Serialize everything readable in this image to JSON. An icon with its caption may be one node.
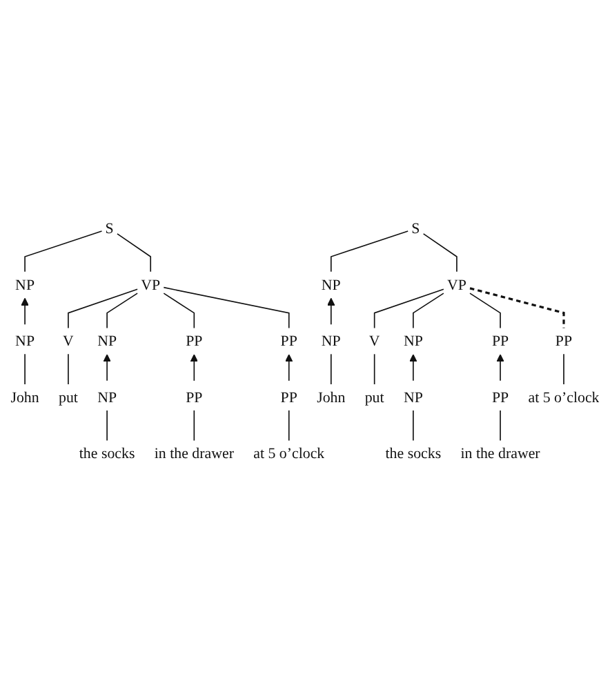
{
  "diagram": {
    "nodes": [
      {
        "text": [
          "S"
        ]
      },
      {
        "text": [
          "NP"
        ]
      },
      {
        "text": [
          "VP"
        ]
      },
      {
        "text": [
          "NP"
        ]
      },
      {
        "text": [
          "John"
        ]
      },
      {
        "text": [
          "V"
        ]
      },
      {
        "text": [
          "NP"
        ]
      },
      {
        "text": [
          "PP"
        ]
      },
      {
        "text": [
          "PP"
        ]
      },
      {
        "text": [
          "put"
        ]
      },
      {
        "text": [
          "NP"
        ]
      },
      {
        "text": [
          "PP"
        ]
      },
      {
        "text": [
          "PP"
        ]
      },
      {
        "text": [
          "the socks"
        ]
      },
      {
        "text": [
          "in the drawer"
        ]
      },
      {
        "text": [
          "at 5 o’clock"
        ]
      },
      {
        "text": [
          "S"
        ]
      },
      {
        "text": [
          "NP"
        ]
      },
      {
        "text": [
          "VP"
        ]
      },
      {
        "text": [
          "NP"
        ]
      },
      {
        "text": [
          "John"
        ]
      },
      {
        "text": [
          "V"
        ]
      },
      {
        "text": [
          "NP"
        ]
      },
      {
        "text": [
          "PP"
        ]
      },
      {
        "text": [
          "put"
        ]
      },
      {
        "text": [
          "NP"
        ]
      },
      {
        "text": [
          "PP"
        ]
      },
      {
        "text": [
          "PP"
        ]
      },
      {
        "text": [
          "the socks"
        ]
      },
      {
        "text": [
          "in the drawer"
        ]
      },
      {
        "text": [
          "at 5 o’clock"
        ]
      }
    ],
    "edges": [
      {
        "from": 0,
        "to": 1,
        "arrow": "none"
      },
      {
        "from": 0,
        "to": 2,
        "arrow": "none"
      },
      {
        "from": 3,
        "to": 1,
        "arrow": "to"
      },
      {
        "from": 3,
        "to": 4,
        "arrow": "none"
      },
      {
        "from": 2,
        "to": 5,
        "arrow": "none"
      },
      {
        "from": 2,
        "to": 6,
        "arrow": "none"
      },
      {
        "from": 2,
        "to": 7,
        "arrow": "none"
      },
      {
        "from": 2,
        "to": 8,
        "arrow": "none"
      },
      {
        "from": 5,
        "to": 9,
        "arrow": "none"
      },
      {
        "from": 10,
        "to": 6,
        "arrow": "to"
      },
      {
        "from": 11,
        "to": 7,
        "arrow": "to"
      },
      {
        "from": 12,
        "to": 8,
        "arrow": "to"
      },
      {
        "from": 10,
        "to": 13,
        "arrow": "none"
      },
      {
        "from": 11,
        "to": 14,
        "arrow": "none"
      },
      {
        "from": 12,
        "to": 15,
        "arrow": "none"
      },
      {
        "from": 16,
        "to": 17,
        "arrow": "none"
      },
      {
        "from": 16,
        "to": 18,
        "arrow": "none"
      },
      {
        "from": 19,
        "to": 17,
        "arrow": "to"
      },
      {
        "from": 19,
        "to": 20,
        "arrow": "none"
      },
      {
        "from": 18,
        "to": 21,
        "arrow": "none"
      },
      {
        "from": 18,
        "to": 22,
        "arrow": "none"
      },
      {
        "from": 18,
        "to": 23,
        "arrow": "none"
      },
      {
        "from": 21,
        "to": 24,
        "arrow": "none"
      },
      {
        "from": 25,
        "to": 22,
        "arrow": "to"
      },
      {
        "from": 26,
        "to": 23,
        "arrow": "to"
      },
      {
        "from": 18,
        "to": 27,
        "arrow": "none",
        "style": "dashed"
      },
      {
        "from": 27,
        "to": 30,
        "arrow": "none"
      },
      {
        "from": 25,
        "to": 28,
        "arrow": "none"
      },
      {
        "from": 26,
        "to": 29,
        "arrow": "none"
      }
    ]
  }
}
